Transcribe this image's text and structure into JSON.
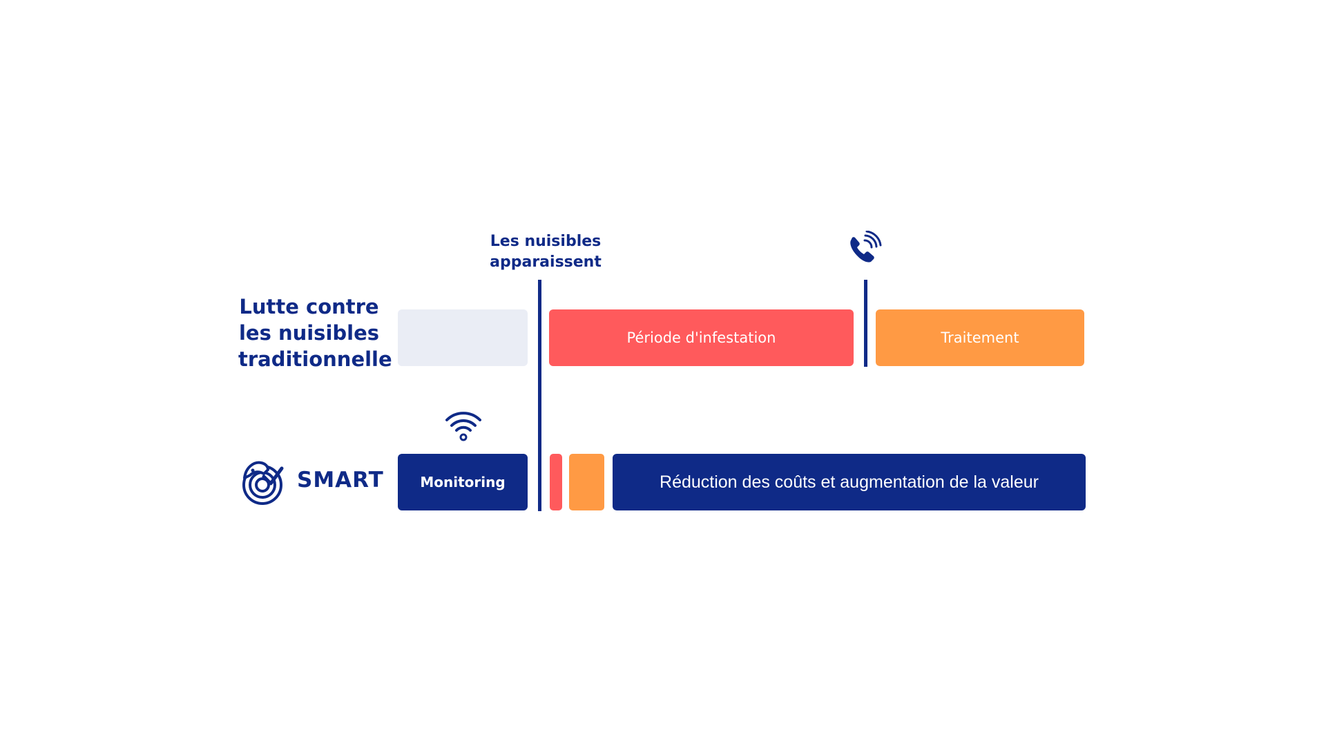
{
  "traditional": {
    "label_lines": [
      "Lutte contre",
      "les nuisibles",
      "traditionnelle"
    ],
    "bars": {
      "infestation": "Période d'infestation",
      "treatment": "Traitement"
    }
  },
  "smart": {
    "label": "SMART",
    "bars": {
      "monitoring": "Monitoring",
      "reduction": "Réduction des coûts et augmentation de la valeur"
    }
  },
  "markers": {
    "pests_appear_lines": [
      "Les nuisibles",
      "apparaissent"
    ],
    "call_icon": "phone-call-icon",
    "monitoring_icon": "wifi-icon"
  },
  "colors": {
    "navy": "#0f2a87",
    "red": "#ff5a5c",
    "orange": "#ff9a44",
    "light_gray": "#eaedf5"
  }
}
